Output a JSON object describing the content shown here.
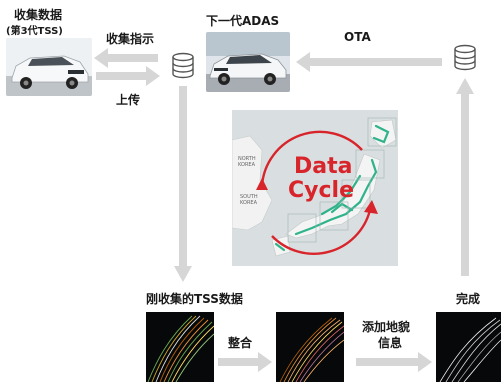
{
  "labels": {
    "collect_title": "收集数据",
    "collect_sub": "(第3代TSS)",
    "collect_instruction": "收集指示",
    "upload": "上传",
    "next_adas": "下一代ADAS",
    "ota": "OTA",
    "just_collected": "刚收集的TSS数据",
    "integrate": "整合",
    "add_map_1": "添加地貌",
    "add_map_2": "信息",
    "complete": "完成"
  },
  "cycle": {
    "line1": "Data",
    "line2": "Cycle",
    "map_labels": [
      "NORTH\nKOREA",
      "SOUTH\nKOREA"
    ]
  },
  "colors": {
    "arrow": "#d6d6d6",
    "cycle_red": "#d8242b",
    "route_green": "#2fb38a",
    "db_stroke": "#555555"
  },
  "icons": [
    "database-icon",
    "car-photo",
    "road-data-image"
  ]
}
